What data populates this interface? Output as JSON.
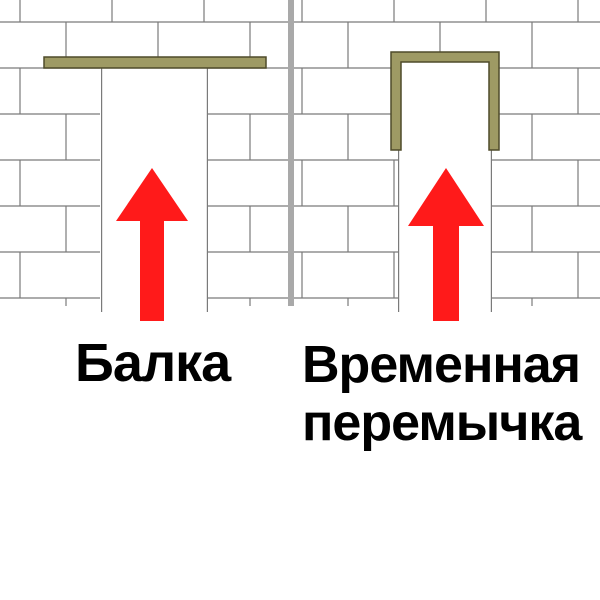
{
  "colors": {
    "arrow": "#ff1a1a",
    "wood": "#9e9a64",
    "wood_edge": "#4f4b2a",
    "brick_line": "#7a7a7a",
    "divider": "#a9a9a9",
    "background": "#ffffff"
  },
  "panels": [
    {
      "caption_lines": [
        "Балка"
      ],
      "lintel_kind": "beam"
    },
    {
      "caption_lines": [
        "Временная",
        "перемычка"
      ],
      "lintel_kind": "temporary-jumper"
    }
  ]
}
